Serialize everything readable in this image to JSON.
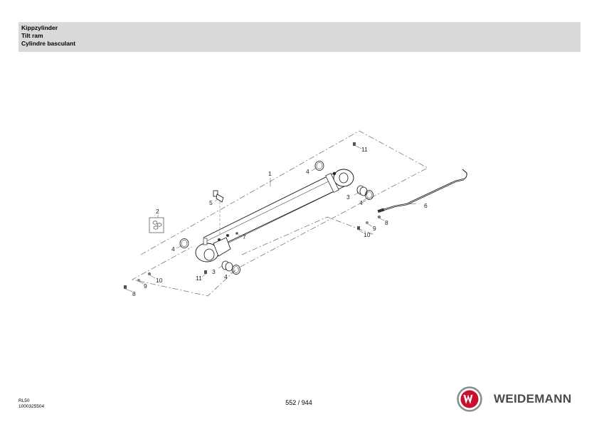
{
  "header": {
    "title_de": "Kippzylinder",
    "title_en": "Tilt ram",
    "title_fr": "Cylindre basculant"
  },
  "callouts": {
    "c1": "1",
    "c2": "2",
    "c3a": "3",
    "c3b": "3",
    "c4a": "4",
    "c4b": "4",
    "c4c": "4",
    "c4d": "4",
    "c5": "5",
    "c6": "6",
    "c7": "7",
    "c8a": "8",
    "c8b": "8",
    "c9a": "9",
    "c9b": "9",
    "c10a": "10",
    "c10b": "10",
    "c11a": "11",
    "c11b": "11"
  },
  "footer": {
    "model": "RL50",
    "part_number": "1000325504",
    "page_number": "552 / 944"
  },
  "brand": {
    "name": "WEIDEMANN",
    "logo_icon": "weidemann-w-logo-icon",
    "logo_color": "#c8102e",
    "ring_color": "#8a8a8a"
  }
}
